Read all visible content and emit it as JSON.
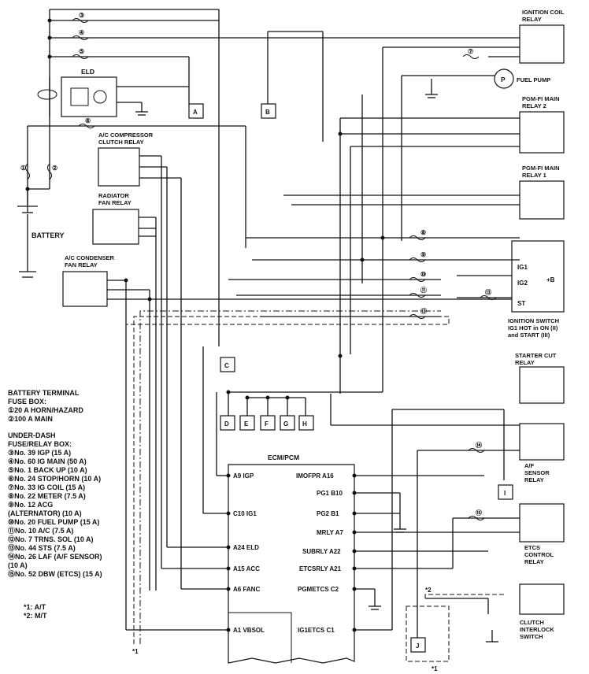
{
  "components": {
    "ignition_coil_relay": "IGNITION COIL RELAY",
    "fuel_pump": "FUEL PUMP",
    "fuel_pump_symbol": "P",
    "pgmfi_main_relay_2": "PGM-FI MAIN RELAY 2",
    "pgmfi_main_relay_1": "PGM-FI MAIN RELAY 1",
    "eld": "ELD",
    "ac_compressor_clutch_relay": "A/C COMPRESSOR CLUTCH RELAY",
    "radiator_fan_relay": "RADIATOR FAN RELAY",
    "battery": "BATTERY",
    "ac_condenser_fan_relay": "A/C CONDENSER FAN RELAY",
    "ignition_switch": "IGNITION SWITCH IG1 HOT in ON (II) and START (III)",
    "ign_ig1": "IG1",
    "ign_ig2": "IG2",
    "ign_st": "ST",
    "ign_b": "+B",
    "starter_cut_relay": "STARTER CUT RELAY",
    "af_sensor_relay": "A/F SENSOR RELAY",
    "etcs_control_relay": "ETCS CONTROL RELAY",
    "clutch_interlock_switch": "CLUTCH INTERLOCK SWITCH"
  },
  "connectors": [
    "A",
    "B",
    "C",
    "D",
    "E",
    "F",
    "G",
    "H",
    "I",
    "J"
  ],
  "fuse_numbers": [
    "①",
    "②",
    "③",
    "④",
    "⑤",
    "⑥",
    "⑦",
    "⑧",
    "⑨",
    "⑩",
    "⑪",
    "⑫",
    "⑬",
    "⑭",
    "⑮"
  ],
  "ecm": {
    "title": "ECM/PCM",
    "left_pins": [
      "A9 IGP",
      "C10 IG1",
      "A24 ELD",
      "A15 ACC",
      "A6 FANC",
      "A1 VBSOL"
    ],
    "right_pins": [
      "IMOFPR A16",
      "PG1 B10",
      "PG2 B1",
      "MRLY A7",
      "SUBRLY A22",
      "ETCSRLY A21",
      "PGMETCS C2",
      "IG1ETCS C1"
    ]
  },
  "legend": {
    "battery_box_title": "BATTERY TERMINAL FUSE BOX:",
    "battery_box": [
      "①20 A HORN/HAZARD",
      "②100 A MAIN"
    ],
    "underdash_title": "UNDER-DASH FUSE/RELAY BOX:",
    "underdash": [
      "③No. 39 IGP (15 A)",
      "④No. 60 IG MAIN (50 A)",
      "⑤No. 1 BACK UP (10 A)",
      "⑥No. 24 STOP/HORN (10 A)",
      "⑦No. 33 IG COIL (15 A)",
      "⑧No. 22 METER (7.5 A)",
      "⑨No. 12 ACG",
      "(ALTERNATOR) (10 A)",
      "⑩No. 20 FUEL PUMP (15 A)",
      "⑪No. 10 A/C (7.5 A)",
      "⑫No. 7 TRNS. SOL (10 A)",
      "⑬No. 44 STS (7.5 A)",
      "⑭No. 26 LAF (A/F SENSOR)",
      "(10 A)",
      "⑮No. 52 DBW (ETCS) (15 A)"
    ],
    "notes": [
      "*1: A/T",
      "*2: M/T"
    ],
    "note_marks": [
      "*1",
      "*2",
      "*1"
    ]
  }
}
